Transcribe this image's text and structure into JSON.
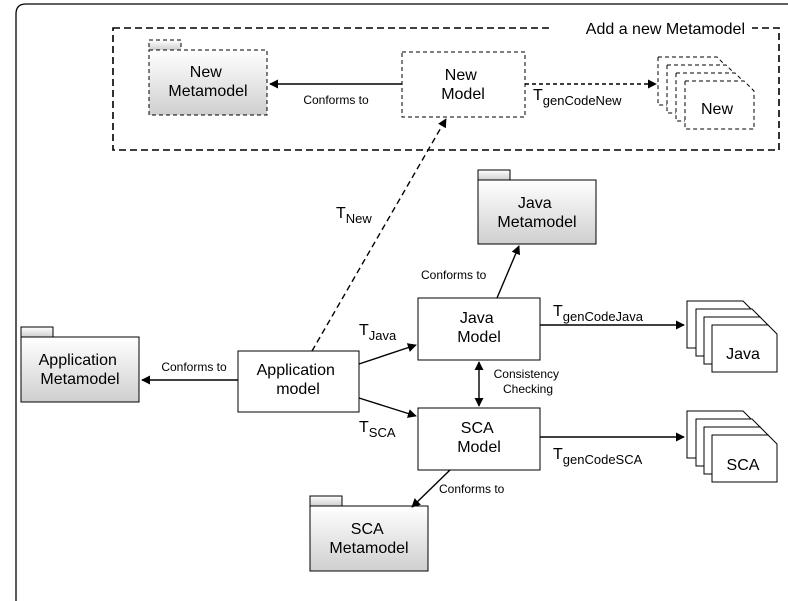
{
  "group": {
    "title": "Add a new Metamodel"
  },
  "nodes": {
    "new_metamodel": [
      "New",
      "Metamodel"
    ],
    "new_model": [
      "New",
      "Model"
    ],
    "new_code": "New",
    "java_metamodel": [
      "Java",
      "Metamodel"
    ],
    "java_model": [
      "Java",
      "Model"
    ],
    "java_code": "Java",
    "application_metamodel": [
      "Application",
      "Metamodel"
    ],
    "application_model": [
      "Application",
      "model"
    ],
    "sca_model": [
      "SCA",
      "Model"
    ],
    "sca_code": "SCA",
    "sca_metamodel": [
      "SCA",
      "Metamodel"
    ]
  },
  "edges": {
    "conforms_new": "Conforms to",
    "conforms_java": "Conforms to",
    "conforms_app": "Conforms to",
    "conforms_sca": "Conforms to",
    "consistency": [
      "Consistency",
      "Checking"
    ],
    "t_new": {
      "base": "T",
      "sub": "New"
    },
    "t_java": {
      "base": "T",
      "sub": "Java"
    },
    "t_sca": {
      "base": "T",
      "sub": "SCA"
    },
    "t_gencode_new": {
      "base": "T",
      "sub": "genCodeNew"
    },
    "t_gencode_java": {
      "base": "T",
      "sub": "genCodeJava"
    },
    "t_gencode_sca": {
      "base": "T",
      "sub": "genCodeSCA"
    }
  }
}
